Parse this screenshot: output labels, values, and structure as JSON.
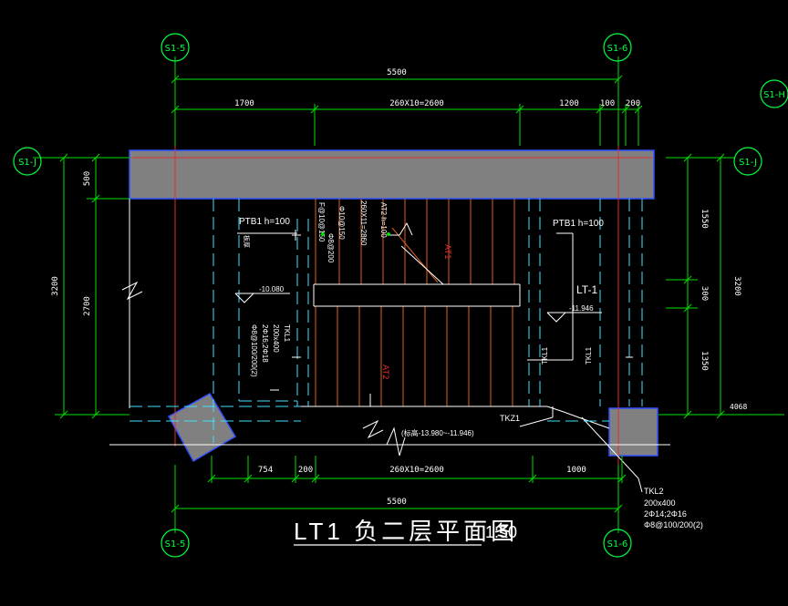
{
  "title": {
    "main": "LT1 负二层平面图",
    "scale": "1:50"
  },
  "axes": {
    "a5": "S1-5",
    "a6": "S1-6",
    "aj": "S1-J",
    "ah": "S1-H"
  },
  "dims": {
    "top_total": "5500",
    "top_1700": "1700",
    "top_stairs": "260X10=2600",
    "top_1200": "1200",
    "top_100": "100",
    "top_200": "200",
    "bot_754": "754",
    "bot_200": "200",
    "bot_stairs": "260X10=2600",
    "bot_1000": "1000",
    "bot_total": "5500",
    "left_500": "500",
    "left_2700": "2700",
    "left_3200": "3200",
    "right_1550a": "1550",
    "right_300": "300",
    "right_1350": "1350",
    "right_3200": "3200",
    "right_4068": "4068"
  },
  "labels": {
    "ptb_left": "PTB1 h=100",
    "ptb_right": "PTB1 h=100",
    "lt1": "LT-1",
    "elev_left": "-10.080",
    "elev_right": "-11.946",
    "elev_bottom": "(标高-13.980~-11.946)",
    "at1": "AT1",
    "at2": "AT2",
    "at2_spec": "AT2 h=100",
    "tkz1": "TKZ1",
    "tkl1_a": "TKL1",
    "tkl1_b": "TKL1",
    "tkl1_c": "TKL1",
    "tkl1_spec_1": "200x400",
    "tkl1_spec_2": "2Φ16;2Φ18",
    "tkl1_spec_3": "Φ8@100/200(2)",
    "at_spec_1": "260X11=2860",
    "at_spec_2": "Φ10@150",
    "at_spec_3": "Φ8@200",
    "at_spec_4": "F@10@150",
    "tkl2_1": "TKL2",
    "tkl2_2": "200x400",
    "tkl2_3": "2Φ14;2Φ16",
    "tkl2_4": "Φ8@100/200(2)",
    "small_mark": "板厚"
  },
  "colors": {
    "background": "#000000",
    "dimension": "#00e000",
    "axis_circle": "#00ff40",
    "beam_fill": "#808080",
    "beam_edge": "#3050ff",
    "red_line": "#e03030",
    "stair_tread": "#e06020",
    "dash_cyan": "#40e0ff"
  }
}
